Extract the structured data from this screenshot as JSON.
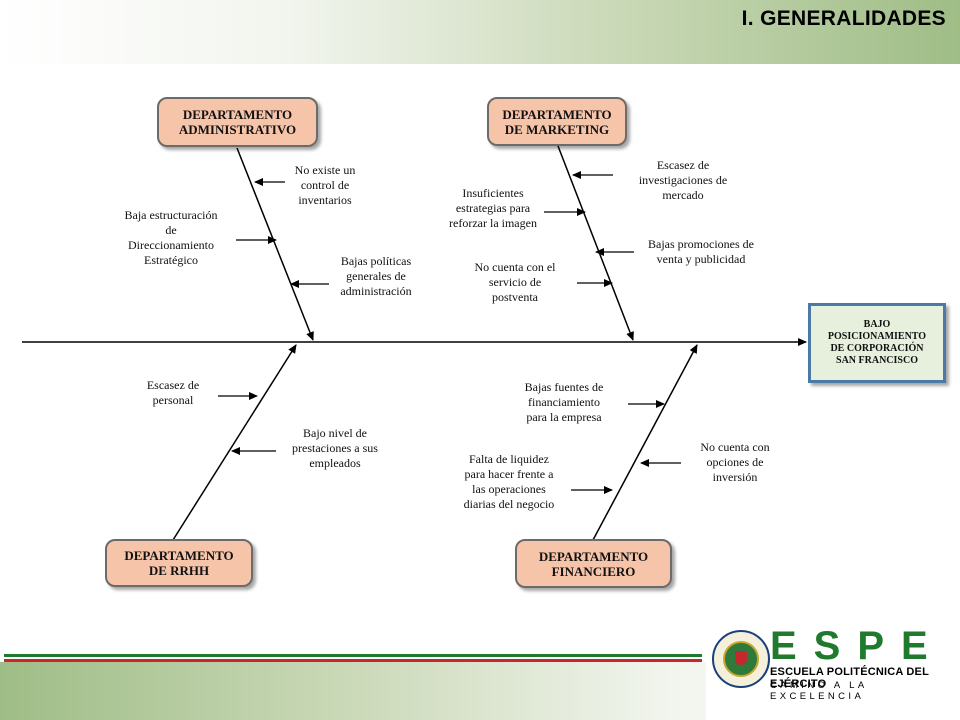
{
  "header": {
    "title": "I. GENERALIDADES"
  },
  "diagram": {
    "effect": "BAJO\nPOSICIONAMIENTO\nDE CORPORACIÓN\nSAN FRANCISCO",
    "categories": {
      "administrativo": "DEPARTAMENTO\nADMINISTRATIVO",
      "marketing": "DEPARTAMENTO\nDE MARKETING",
      "rrhh": "DEPARTAMENTO\nDE RRHH",
      "financiero": "DEPARTAMENTO\nFINANCIERO"
    },
    "causes": {
      "adm_1": "No existe un\ncontrol de\ninventarios",
      "adm_2": "Baja estructuración\nde\nDireccionamiento\nEstratégico",
      "adm_3": "Bajas políticas\ngenerales de\nadministración",
      "mkt_1": "Escasez de\ninvestigaciones de\nmercado",
      "mkt_2": "Insuficientes\nestrategias para\nreforzar la imagen",
      "mkt_3": "Bajas promociones de\nventa y publicidad",
      "mkt_4": "No cuenta con el\nservicio de\npostventa",
      "rrhh_1": "Escasez de\npersonal",
      "rrhh_2": "Bajo nivel de\nprestaciones a sus\nempleados",
      "fin_1": "Bajas fuentes de\nfinanciamiento\npara la empresa",
      "fin_2": "No cuenta con\nopciones de\ninversión",
      "fin_3": "Falta de liquidez\npara hacer frente a\nlas operaciones\ndiarias del negocio"
    }
  },
  "footer": {
    "logo_word": "ESPE",
    "logo_line1": "ESCUELA POLITÉCNICA DEL EJÉRCITO",
    "logo_line2": "CAMINO A LA EXCELENCIA"
  },
  "colors": {
    "category_fill": "#f6c4a8",
    "effect_fill": "#e6f0dd",
    "effect_border": "#4c7aa6",
    "brand_green": "#1f7a2e",
    "brand_red": "#c4272e"
  }
}
